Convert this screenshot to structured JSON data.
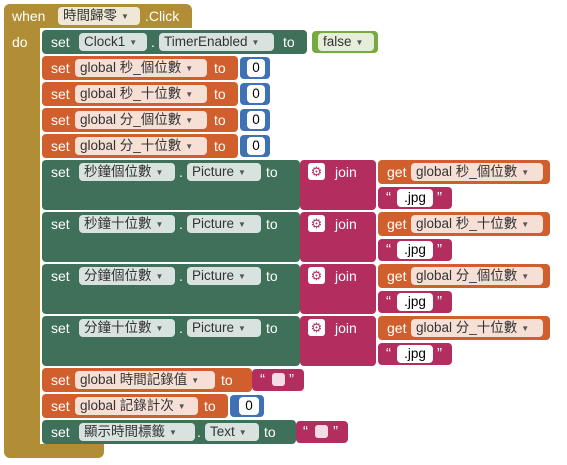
{
  "event": {
    "when_label": "when",
    "component": "時間歸零",
    "event_name": ".Click",
    "do_label": "do"
  },
  "row1": {
    "set": "set",
    "component": "Clock1",
    "dot": ".",
    "property": "TimerEnabled",
    "to": "to",
    "value": "false"
  },
  "globals": [
    {
      "set": "set",
      "name": "global 秒_個位數",
      "to": "to",
      "value": "0"
    },
    {
      "set": "set",
      "name": "global 秒_十位數",
      "to": "to",
      "value": "0"
    },
    {
      "set": "set",
      "name": "global 分_個位數",
      "to": "to",
      "value": "0"
    },
    {
      "set": "set",
      "name": "global 分_十位數",
      "to": "to",
      "value": "0"
    }
  ],
  "pictures": [
    {
      "set": "set",
      "component": "秒鐘個位數",
      "dot": ".",
      "property": "Picture",
      "to": "to",
      "join": "join",
      "get": "get",
      "var": "global 秒_個位數",
      "ext": ".jpg"
    },
    {
      "set": "set",
      "component": "秒鐘十位數",
      "dot": ".",
      "property": "Picture",
      "to": "to",
      "join": "join",
      "get": "get",
      "var": "global 秒_十位數",
      "ext": ".jpg"
    },
    {
      "set": "set",
      "component": "分鐘個位數",
      "dot": ".",
      "property": "Picture",
      "to": "to",
      "join": "join",
      "get": "get",
      "var": "global 分_個位數",
      "ext": ".jpg"
    },
    {
      "set": "set",
      "component": "分鐘十位數",
      "dot": ".",
      "property": "Picture",
      "to": "to",
      "join": "join",
      "get": "get",
      "var": "global 分_十位數",
      "ext": ".jpg"
    }
  ],
  "tail": {
    "record_set": "set",
    "record_name": "global 時間記錄值",
    "record_to": "to",
    "count_set": "set",
    "count_name": "global 記錄計次",
    "count_to": "to",
    "count_value": "0",
    "text_set": "set",
    "text_component": "顯示時間標籤",
    "text_dot": ".",
    "text_property": "Text",
    "text_to": "to"
  },
  "colors": {
    "event": "#b18e35",
    "component": "#3f7059",
    "variable": "#d05f2d",
    "logic": "#77ab41",
    "math": "#3f71b5",
    "text": "#b32d5e"
  }
}
